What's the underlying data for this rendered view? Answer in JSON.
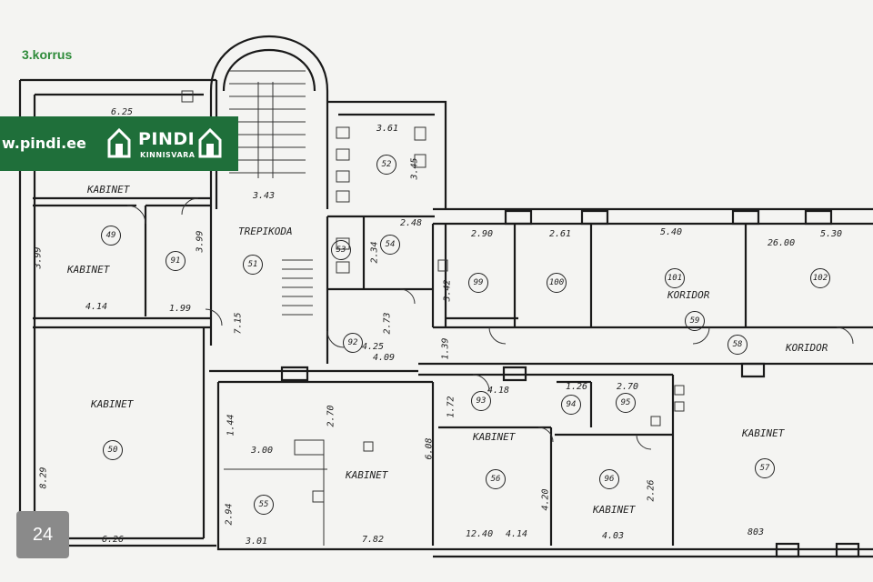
{
  "floor_label": "3.korrus",
  "banner": {
    "url": "w.pindi.ee",
    "brand": "PINDI",
    "brand_sub": "KINNISVARA",
    "bg_color": "#1f6f3a"
  },
  "page_badge": "24",
  "rooms": [
    {
      "key": "r49",
      "number": "49",
      "label": "KABINET"
    },
    {
      "key": "r91",
      "number": "91",
      "label": ""
    },
    {
      "key": "r50",
      "number": "50",
      "label": "KABINET"
    },
    {
      "key": "r51",
      "number": "51",
      "label": "TREPIKODA"
    },
    {
      "key": "r52",
      "number": "52",
      "label": ""
    },
    {
      "key": "r53",
      "number": "53",
      "label": ""
    },
    {
      "key": "r54",
      "number": "54",
      "label": ""
    },
    {
      "key": "r55",
      "number": "55",
      "label": "KABINET"
    },
    {
      "key": "r92",
      "number": "92",
      "label": ""
    },
    {
      "key": "r99",
      "number": "99",
      "label": ""
    },
    {
      "key": "r100",
      "number": "100",
      "label": ""
    },
    {
      "key": "r101",
      "number": "101",
      "label": "KORIDOR"
    },
    {
      "key": "r102",
      "number": "102",
      "label": ""
    },
    {
      "key": "r58",
      "number": "58",
      "label": "KORIDOR"
    },
    {
      "key": "r93",
      "number": "93",
      "label": "KABINET"
    },
    {
      "key": "r94",
      "number": "94",
      "label": ""
    },
    {
      "key": "r95",
      "number": "95",
      "label": ""
    },
    {
      "key": "r56",
      "number": "56",
      "label": ""
    },
    {
      "key": "r96",
      "number": "96",
      "label": "KABINET"
    },
    {
      "key": "r57",
      "number": "57",
      "label": "KABINET"
    },
    {
      "key": "r59",
      "number": "59",
      "label": ""
    }
  ],
  "top_label": "KABINET",
  "dimensions": {
    "d625": "6.25",
    "d361": "3.61",
    "d345": "3.45",
    "d343": "3.43",
    "d248": "2.48",
    "d399a": "3.99",
    "d399b": "3.99",
    "d414": "4.14",
    "d199": "1.99",
    "d234": "2.34",
    "d290": "2.90",
    "d261": "2.61",
    "d540": "5.40",
    "d2600": "26.00",
    "d530": "5.30",
    "d342": "3.42",
    "d715": "7.15",
    "d273": "2.73",
    "d425": "4.25",
    "d409": "4.09",
    "d139": "1.39",
    "d144": "1.44",
    "d270a": "2.70",
    "d418": "4.18",
    "d172": "1.72",
    "d126": "1.26",
    "d270b": "2.70",
    "d608": "6.08",
    "d300": "3.00",
    "d829": "8.29",
    "d294": "2.94",
    "d420": "4.20",
    "d226": "2.26",
    "d626": "6.26",
    "d301": "3.01",
    "d782": "7.82",
    "d1240": "12.40",
    "d414b": "4.14",
    "d403": "4.03",
    "d803": "803"
  }
}
